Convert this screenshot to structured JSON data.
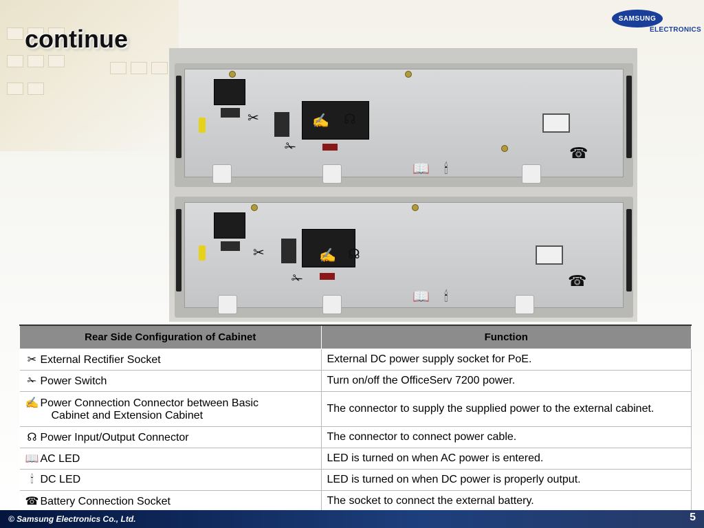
{
  "slide": {
    "title": "continue",
    "logo": {
      "brand": "SAMSUNG",
      "division": "ELECTRONICS"
    }
  },
  "photo_markers": {
    "rectifier": "✂",
    "power_switch": "✁",
    "power_connection": "✍",
    "io_connector": "☊",
    "ac_led": "📖",
    "dc_led": "🕯",
    "battery": "☎"
  },
  "table": {
    "headers": [
      "Rear Side Configuration of Cabinet",
      "Function"
    ],
    "rows": [
      {
        "icon": "✂",
        "item": "External Rectifier Socket",
        "item_line2": "",
        "function": "External DC power supply socket for PoE."
      },
      {
        "icon": "✁",
        "item": "Power Switch",
        "item_line2": "",
        "function": "Turn on/off the OfficeServ 7200 power."
      },
      {
        "icon": "✍",
        "item": "Power Connection Connector between Basic",
        "item_line2": "Cabinet and Extension Cabinet",
        "function": "The connector to supply the supplied power to the external cabinet."
      },
      {
        "icon": "☊",
        "item": "Power Input/Output Connector",
        "item_line2": "",
        "function": "The connector to connect power cable."
      },
      {
        "icon": "📖",
        "item": "AC LED",
        "item_line2": "",
        "function": "LED is turned on when AC power is entered."
      },
      {
        "icon": "🕯",
        "item": "DC LED",
        "item_line2": "",
        "function": "LED is turned on when DC power is properly output."
      },
      {
        "icon": "☎",
        "item": "Battery Connection Socket",
        "item_line2": "",
        "function": "The socket to connect the external battery."
      }
    ]
  },
  "footer": {
    "copyright": "© Samsung Electronics Co., Ltd.",
    "page": "5",
    "colors": {
      "bar": "#1d3f7d"
    }
  }
}
